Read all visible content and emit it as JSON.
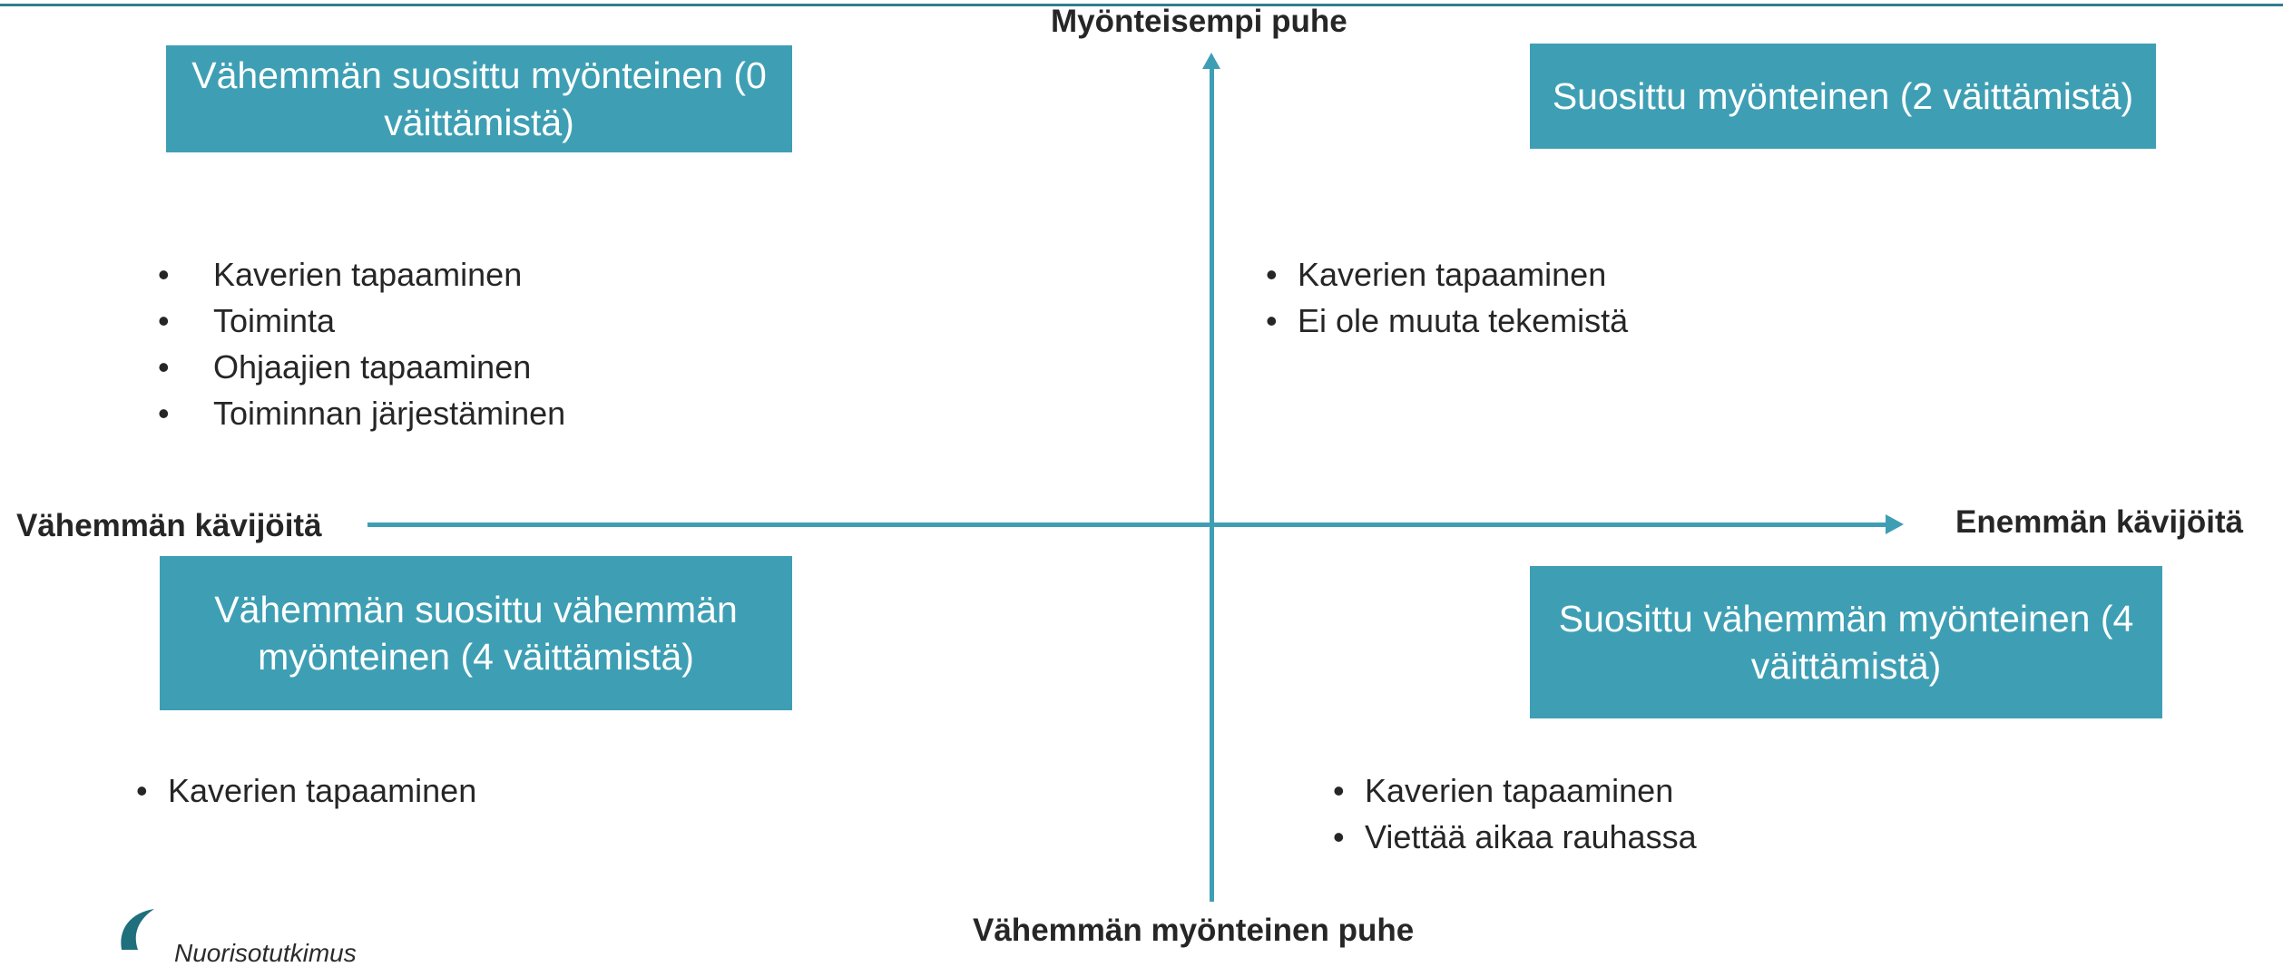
{
  "axes": {
    "top": "Myönteisempi puhe",
    "bottom": "Vähemmän myönteinen puhe",
    "left": "Vähemmän kävijöitä",
    "right": "Enemmän kävijöitä"
  },
  "quadrants": {
    "top_left": {
      "title": "Vähemmän suosittu myönteinen (0 väittämistä)",
      "items": [
        "Kaverien tapaaminen",
        "Toiminta",
        "Ohjaajien tapaaminen",
        "Toiminnan järjestäminen"
      ]
    },
    "top_right": {
      "title": "Suosittu myönteinen (2 väittämistä)",
      "items": [
        "Kaverien tapaaminen",
        "Ei ole muuta tekemistä"
      ]
    },
    "bottom_left": {
      "title": "Vähemmän suosittu vähemmän myönteinen (4 väittämistä)",
      "items": [
        "Kaverien tapaaminen"
      ]
    },
    "bottom_right": {
      "title": "Suosittu vähemmän myönteinen (4 väittämistä)",
      "items": [
        "Kaverien tapaaminen",
        "Viettää aikaa rauhassa"
      ]
    }
  },
  "colors": {
    "accent": "#3e9fb4",
    "rule": "#2e7f8c",
    "text": "#262626"
  },
  "logo": {
    "text": "Nuorisotutkimus"
  }
}
